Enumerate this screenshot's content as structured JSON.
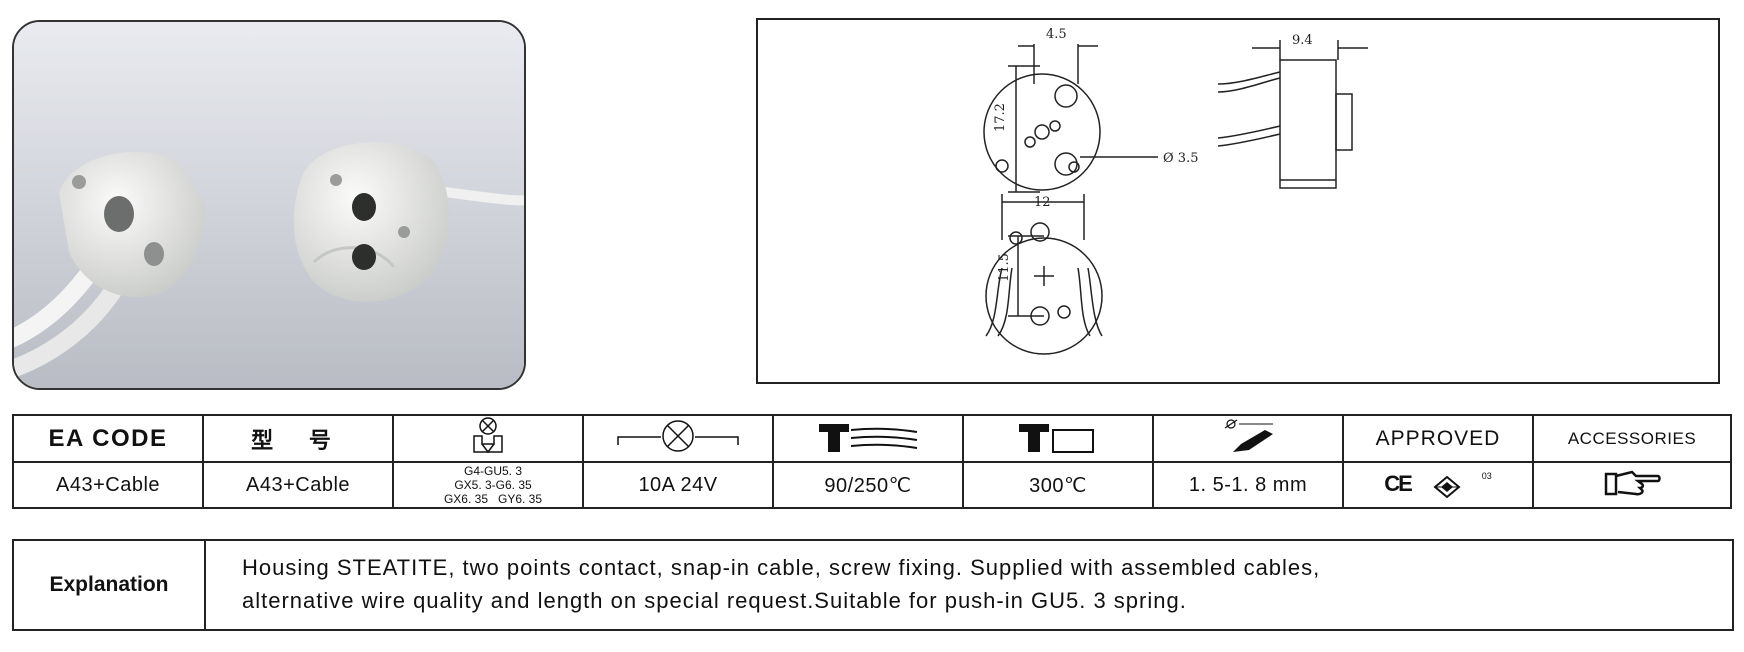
{
  "dimensions": {
    "top_width": "4.5",
    "height": "17.2",
    "hole_dia": "3.5",
    "side_width": "9.4",
    "bottom_width": "12",
    "bottom_height": "11.5"
  },
  "table": {
    "headers": {
      "ea_code": "EA CODE",
      "model_cn": "型 号",
      "approved": "APPROVED",
      "accessories": "ACCESSORIES"
    },
    "values": {
      "ea_code": "A43+Cable",
      "model": "A43+Cable",
      "bases": [
        "G4-GU5. 3",
        "GX5. 3-G6. 35",
        "GX6. 35   GY6. 35"
      ],
      "rating": "10A 24V",
      "temperature": "90/250℃",
      "max_temp": "300℃",
      "wire": "1. 5-1. 8 mm",
      "approval_ce": "CE",
      "approval_enec": "03"
    }
  },
  "explanation": {
    "label": "Explanation",
    "line1": "Housing STEATITE, two points contact, snap-in cable, screw fixing. Supplied with assembled cables,",
    "line2": "alternative wire quality and length on special request.Suitable for push-in GU5. 3 spring."
  },
  "icons": [
    "lamp-socket-icon",
    "lamp-icon",
    "cable-temperature-icon",
    "max-temperature-icon",
    "wire-gauge-icon",
    "ce-mark-icon",
    "enec-mark-icon",
    "pointing-hand-icon"
  ]
}
